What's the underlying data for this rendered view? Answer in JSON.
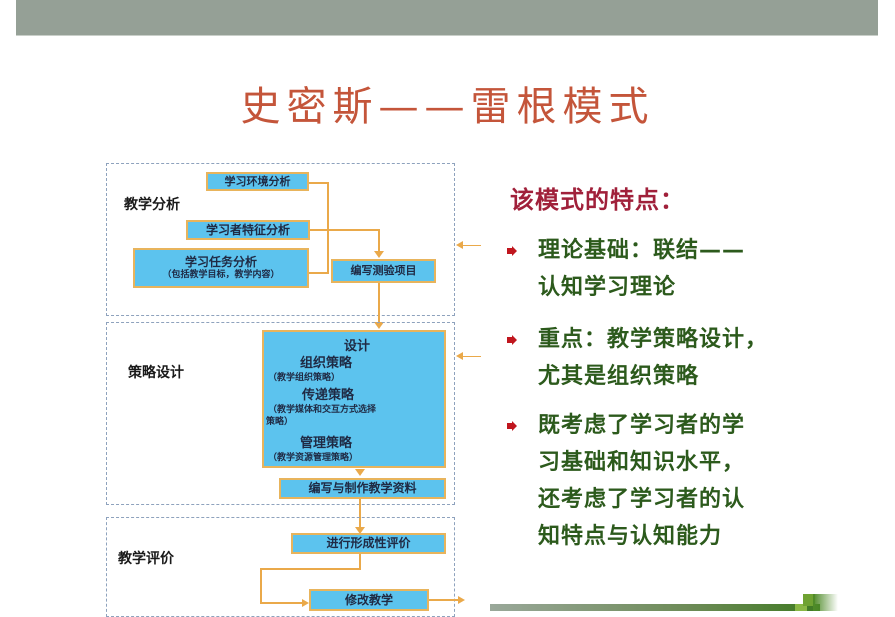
{
  "slide": {
    "title": "史密斯——雷根模式",
    "colors": {
      "banner": "#95a096",
      "title": "#c4553a",
      "box_fill": "#5cc3ee",
      "box_border": "#e8b45c",
      "connector": "#eaa94a",
      "panel_border": "#8ea2bd",
      "feature_title": "#a0203a",
      "feature_text": "#2c5a1c",
      "bullet": "#c0161e"
    }
  },
  "diagram": {
    "stages": [
      {
        "label": "教学分析",
        "boxes": {
          "env": "学习环境分析",
          "learner": "学习者特征分析",
          "task": "学习任务分析",
          "task_sub": "（包括教学目标，教学内容）",
          "test": "编写测验项目"
        }
      },
      {
        "label": "策略设计",
        "design": {
          "heading": "设计",
          "org": "组织策略",
          "org_sub": "（教学组织策略）",
          "delivery": "传递策略",
          "delivery_sub1": "（教学媒体和交互方式选择",
          "delivery_sub2": "策略）",
          "mgmt": "管理策略",
          "mgmt_sub": "（教学资源管理策略）"
        },
        "boxes": {
          "materials": "编写与制作教学资料"
        }
      },
      {
        "label": "教学评价",
        "boxes": {
          "formative": "进行形成性评价",
          "revise": "修改教学"
        }
      }
    ]
  },
  "features": {
    "title": "该模式的特点：",
    "bullet_icon": "red-arrow-bullet",
    "items": [
      {
        "line1": "理论基础：联结——",
        "line2": "认知学习理论"
      },
      {
        "line1": "重点：教学策略设计，",
        "line2": "尤其是组织策略"
      },
      {
        "line1": "既考虑了学习者的学",
        "line2": "习基础和知识水平，",
        "line3": "还考虑了学习者的认",
        "line4": "知特点与认知能力"
      }
    ]
  }
}
